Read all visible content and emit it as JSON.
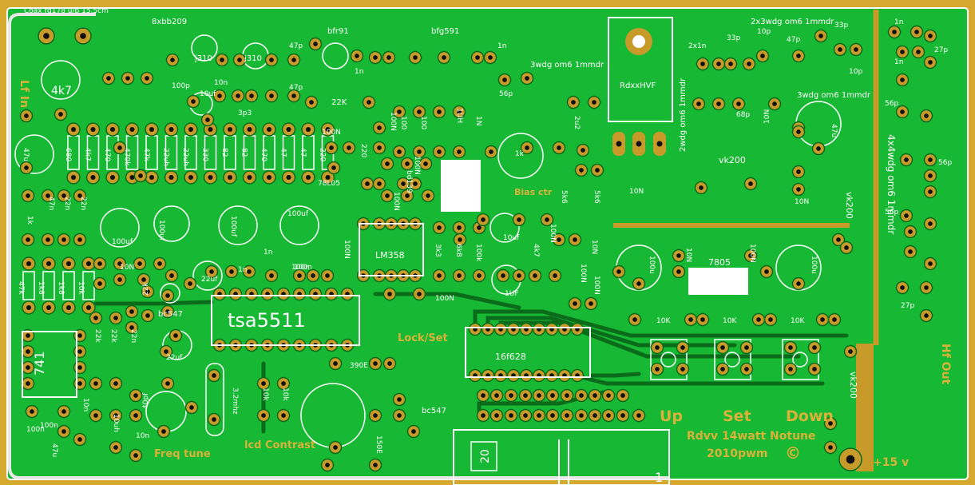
{
  "board": {
    "colors": {
      "copper": "#17b833",
      "trace": "#0a6b1a",
      "pad": "#c79a2a",
      "silk": "#ffffff",
      "frame": "#d4a92e",
      "pcb_border": "#ffffff"
    },
    "corner_note": "Coax rg178 u/b 15,5cm",
    "credits": {
      "line1": "Rdvv 14watt Notune",
      "line2": "2010pwm",
      "copyright": "©"
    },
    "io_labels": {
      "lf_in": "Lf In",
      "hf_out": "Hf Out",
      "power": "+15 v",
      "connector_pin": "1",
      "connector_mark": "20"
    },
    "button_labels": {
      "up": "Up",
      "set": "Set",
      "down": "Down"
    },
    "control_labels": {
      "freq_tune": "Freq tune",
      "lcd_contrast": "lcd Contrast",
      "bias_ctr": "Bias ctr",
      "lock_set": "Lock/Set"
    },
    "ics": {
      "tsa": "tsa5511",
      "pic": "16f628",
      "opamp": "LM358",
      "amp741": "741",
      "reg": "7805",
      "ldo": "78L05",
      "final": "RdxxHVF"
    },
    "transistors": {
      "bfr91": "bfr91",
      "bfg591": "bfg591",
      "j310a": "j310",
      "j310b": "j310",
      "bc547a": "bc547",
      "bc547b": "bc547",
      "bd139": "bd139"
    },
    "coil_labels": {
      "c1": "3wdg om6 1mmdr",
      "c2": "2x3wdg om6 1mmdr",
      "c3": "3wdg om6 1mmdr",
      "c4": "2wdg om6 1mmdr",
      "c5": "4x4wdg om6 1mmdr",
      "vk1": "vk200",
      "vk2": "vk200",
      "vk3": "vk200"
    },
    "resistor_row": [
      "680",
      "4k7",
      "470",
      "470k",
      "47k",
      "22uh",
      "22uh",
      "330",
      "82",
      "82",
      "470",
      "47",
      "47",
      "220"
    ],
    "bottom_row_left": [
      "47k",
      "1k8",
      "1k8",
      "10k"
    ],
    "misc": {
      "r22k": "22K",
      "r4k7big": "4k7",
      "r1k": "1k",
      "c3p3": "3p3",
      "c10n_a": "10n",
      "c10uf": "10uf",
      "c47p_a": "47p",
      "c47p_b": "47p",
      "c100p": "100p",
      "c1n_a": "1n",
      "c1n_b": "1n",
      "c56p_a": "56p",
      "c33p": "33p",
      "c10p_a": "10p",
      "c10p_b": "10p",
      "c47p_c": "47p",
      "c33p_b": "33p",
      "c68p": "68p",
      "c2x1n": "2x1n",
      "c47u_r": "47u",
      "c10n_v": "10N",
      "c1n_r": "1n",
      "c27p_a": "27p",
      "c1n_r2": "1n",
      "c56p_b": "56p",
      "c56p_c": "56p",
      "c56p_d": "56p",
      "c27p_b": "27p",
      "c100n_a": "100N",
      "c100n_b": "100N",
      "c100n_c": "100N",
      "c100n_d": "100N",
      "c100n_e": "100N",
      "c100n_f": "100N",
      "c100n_g": "100n",
      "c100n_h": "100n",
      "r100a": "100",
      "r100b": "100",
      "r1uh": "1UH",
      "r1n_v": "1N",
      "r2u2": "2u2",
      "r5k6a": "5k6",
      "r5k6b": "5k6",
      "r220": "220",
      "r8x": "8xbb209",
      "c47u_l": "47u",
      "r1k_l": "1k",
      "c47n": "47n",
      "c22n_a": "22n",
      "c22n_b": "22n",
      "c100uf_a": "100uf",
      "c100uf_b": "100uf",
      "c100uf_c": "100uf",
      "c100uf_d": "100uf",
      "c22uf_a": "22uf",
      "c22uf_b": "22uf",
      "c10N_a": "10N",
      "c1n_c": "1n",
      "c1n_d": "1n",
      "c100n_i": "100n",
      "r22k_b": "22k",
      "c22n_c": "22n",
      "r22k_c": "22k",
      "r22k_d": "22k",
      "c10n_b": "10n",
      "r10uh": "10uh",
      "c100n_j": "100n",
      "c47u_b": "47u",
      "c40pf": "40pf",
      "x32mhz": "3.2mhz",
      "r10k_a": "10k",
      "r10k_b": "10k",
      "r390e": "390E",
      "r150e": "150E",
      "c10n_c": "10n",
      "r3k3": "3k3",
      "r6k8": "6k8",
      "r100k": "100k",
      "c10uf_b": "10uf",
      "c1uf": "1UF",
      "r4k7b": "4k7",
      "c100n_k": "100N",
      "c10n_d": "10N",
      "c100n_l": "100N",
      "c100n_m": "100N",
      "c100u_a": "100u",
      "c10n_e": "10N",
      "c100n_n": "100N",
      "c100u_b": "100u",
      "r10k_c": "10K",
      "r10k_d": "10K",
      "r10k_e": "10K",
      "c10n_f": "10N",
      "c10n_g": "10N"
    }
  }
}
